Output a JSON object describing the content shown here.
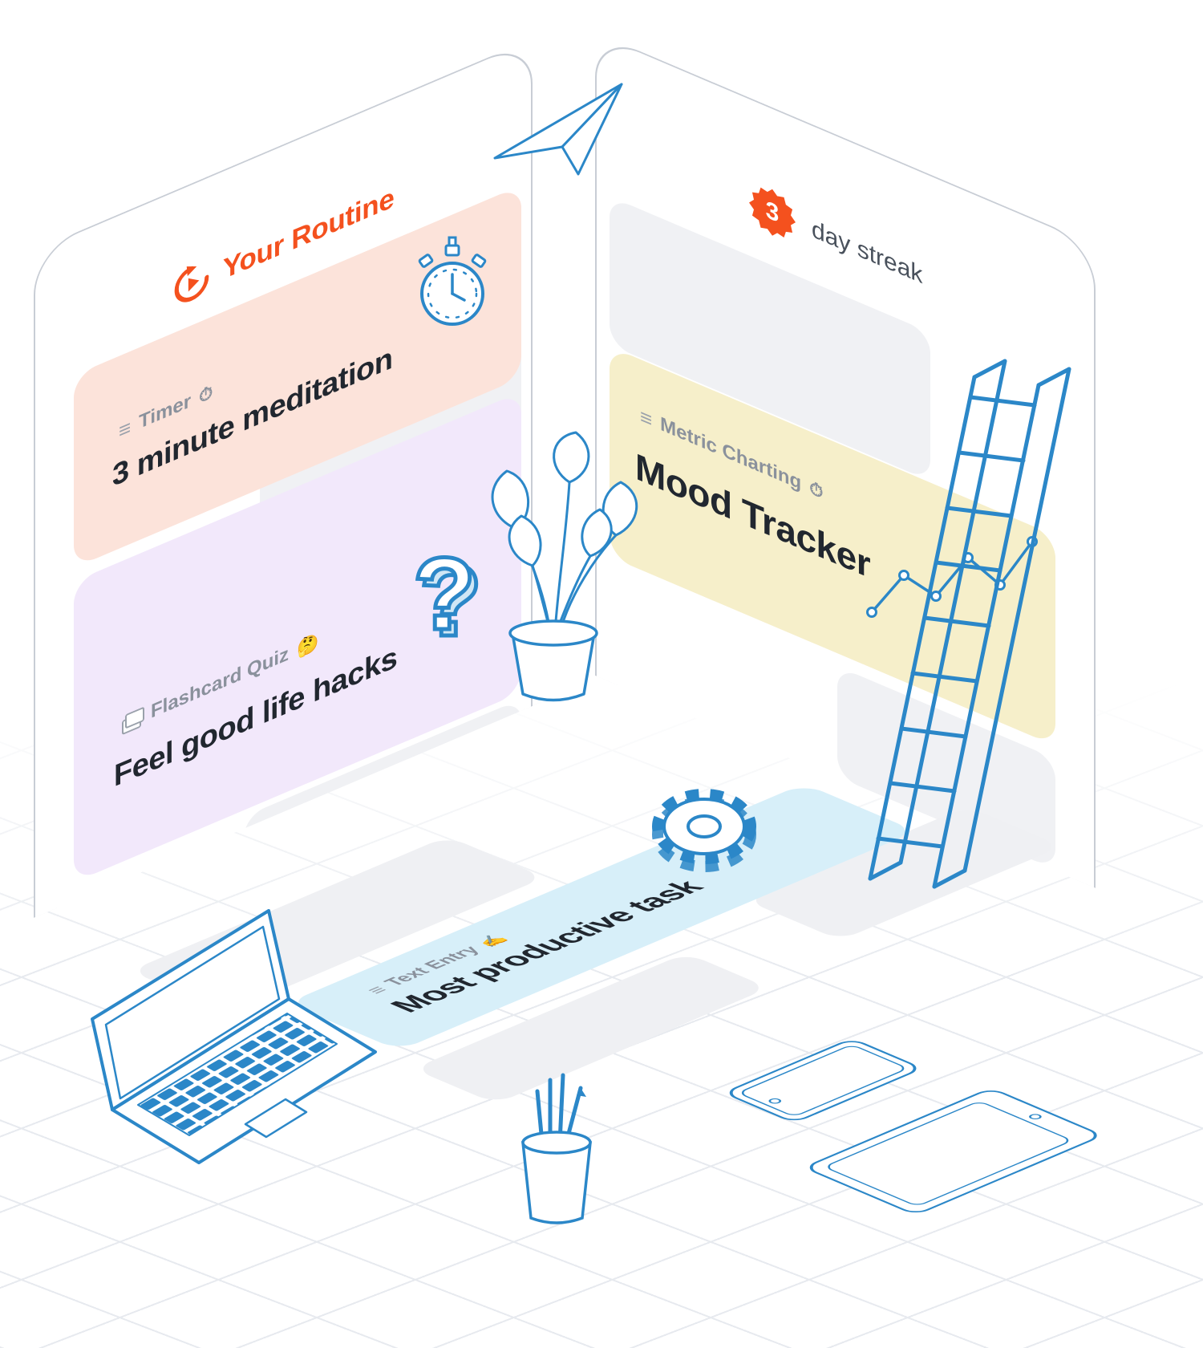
{
  "colors": {
    "accent_orange": "#f4511e",
    "line_blue": "#2b87c8",
    "card_pink": "#fce3da",
    "card_purple": "#f2e8fb",
    "card_yellow": "#f6efca",
    "card_cyan": "#d7eff9",
    "placeholder_gray": "#f0f1f4"
  },
  "left_panel": {
    "header_label": "Your Routine",
    "cards": [
      {
        "handle": "≡",
        "type_label": "Timer",
        "emoji": "⏱",
        "title": "3 minute meditation"
      },
      {
        "icon_name": "flashcards-stack",
        "type_label": "Flashcard Quiz",
        "emoji": "🤔",
        "title": "Feel good life hacks"
      }
    ]
  },
  "right_panel": {
    "streak_count": "3",
    "streak_label": "day streak",
    "card": {
      "handle": "≡",
      "type_label": "Metric Charting",
      "emoji": "⏱",
      "title": "Mood Tracker"
    }
  },
  "floor_card": {
    "handle": "≡",
    "type_label": "Text Entry",
    "emoji": "✍️",
    "title": "Most productive task"
  }
}
